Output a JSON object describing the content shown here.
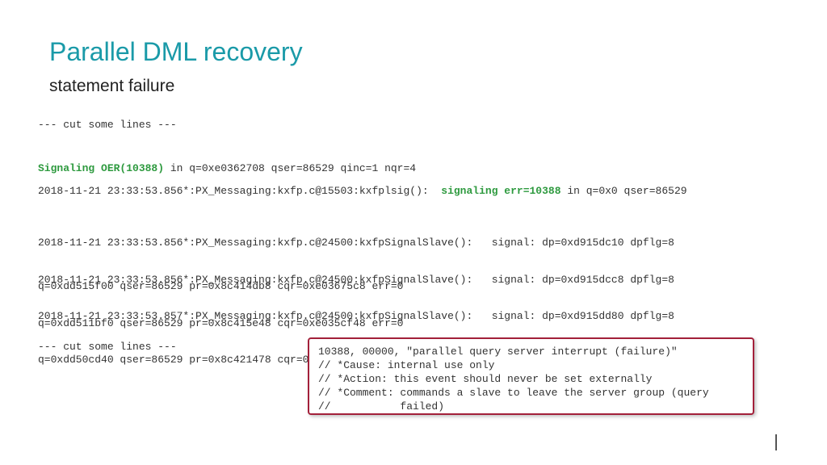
{
  "slide": {
    "title": "Parallel DML recovery",
    "subtitle": "statement failure"
  },
  "log": {
    "cut_top": "--- cut some lines ---",
    "signaling_label": "Signaling OER(10388)",
    "signaling_rest": " in q=0xe0362708 qser=86529 qinc=1 nqr=4",
    "line2_prefix": "2018-11-21 23:33:53.856*:PX_Messaging:kxfp.c@15503:kxfplsig():  ",
    "line2_highlight": "signaling err=10388",
    "line2_suffix": " in q=0x0 qser=86529",
    "entries": [
      {
        "line_a": "2018-11-21 23:33:53.856*:PX_Messaging:kxfp.c@24500:kxfpSignalSlave():   signal: dp=0xd915dc10 dpflg=8",
        "line_b": "q=0xdd515f00 qser=86529 pr=0x8c414db8 cqr=0xe03675c8 err=0"
      },
      {
        "line_a": "2018-11-21 23:33:53.856*:PX_Messaging:kxfp.c@24500:kxfpSignalSlave():   signal: dp=0xd915dcc8 dpflg=8",
        "line_b": "q=0xdd511bf0 qser=86529 pr=0x8c415e48 cqr=0xe035cf48 err=0"
      },
      {
        "line_a": "2018-11-21 23:33:53.857*:PX_Messaging:kxfp.c@24500:kxfpSignalSlave():   signal: dp=0xd915dd80 dpflg=8",
        "line_b": "q=0xdd50cd40 qser=86529 pr=0x8c421478 cqr=0xe035e408 err=0"
      }
    ],
    "cut_bottom": "--- cut some lines ---"
  },
  "callout": {
    "lines": [
      "10388, 00000, \"parallel query server interrupt (failure)\"",
      "// *Cause: internal use only",
      "// *Action: this event should never be set externally",
      "// *Comment: commands a slave to leave the server group (query",
      "//           failed)"
    ]
  },
  "colors": {
    "title": "#1a9aa8",
    "highlight_green": "#2e9a3f",
    "callout_border": "#a3203a"
  }
}
